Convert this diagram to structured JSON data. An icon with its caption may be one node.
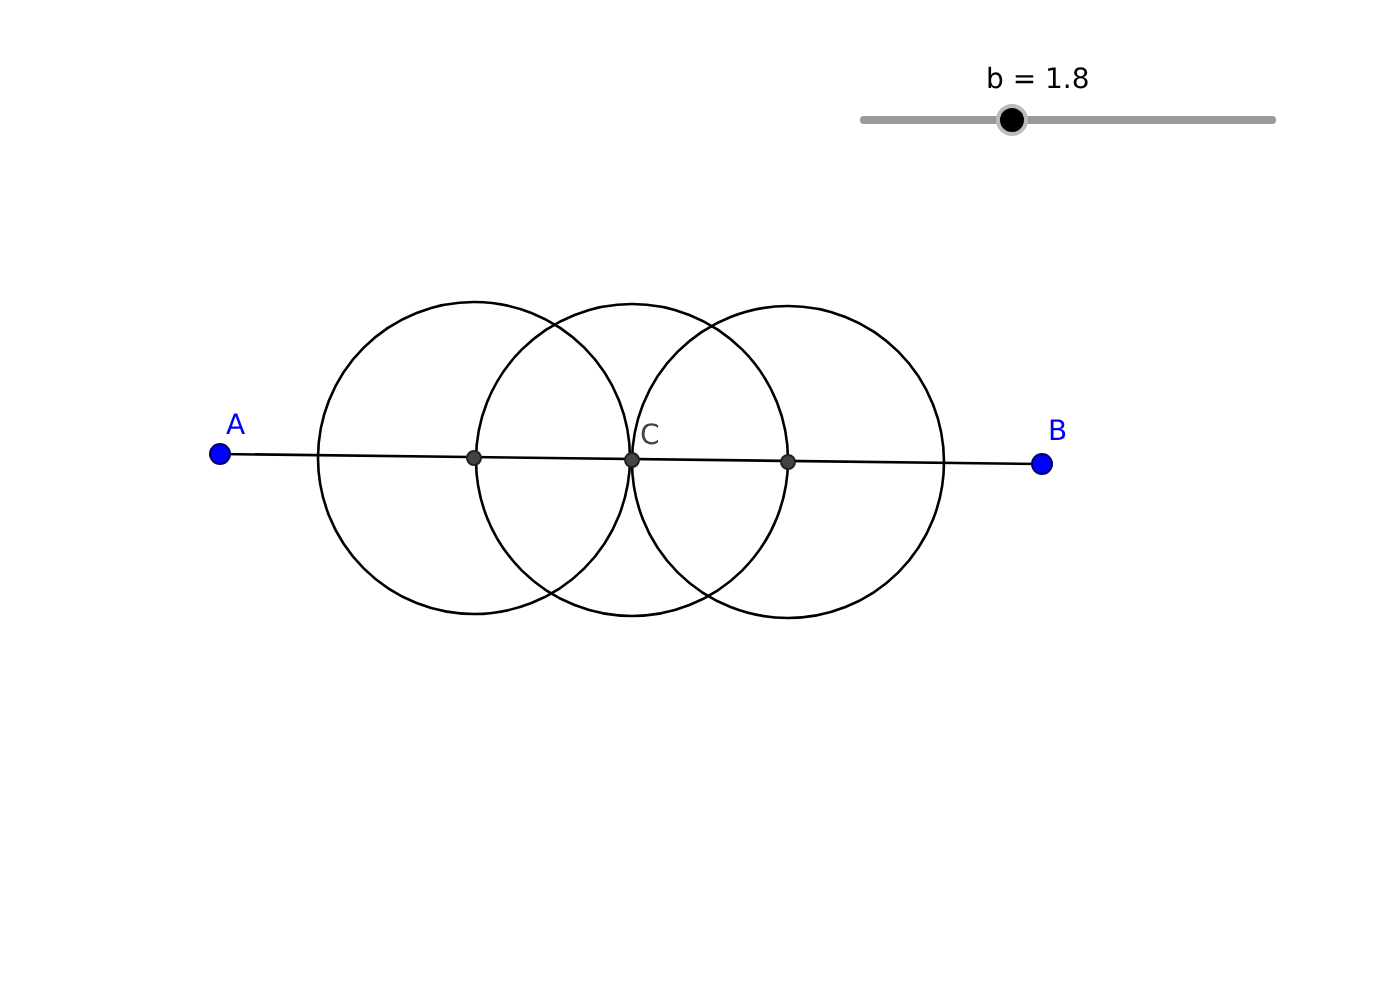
{
  "diagram": {
    "labels": [
      "b = 1.8",
      "A",
      "C",
      "B"
    ]
  }
}
